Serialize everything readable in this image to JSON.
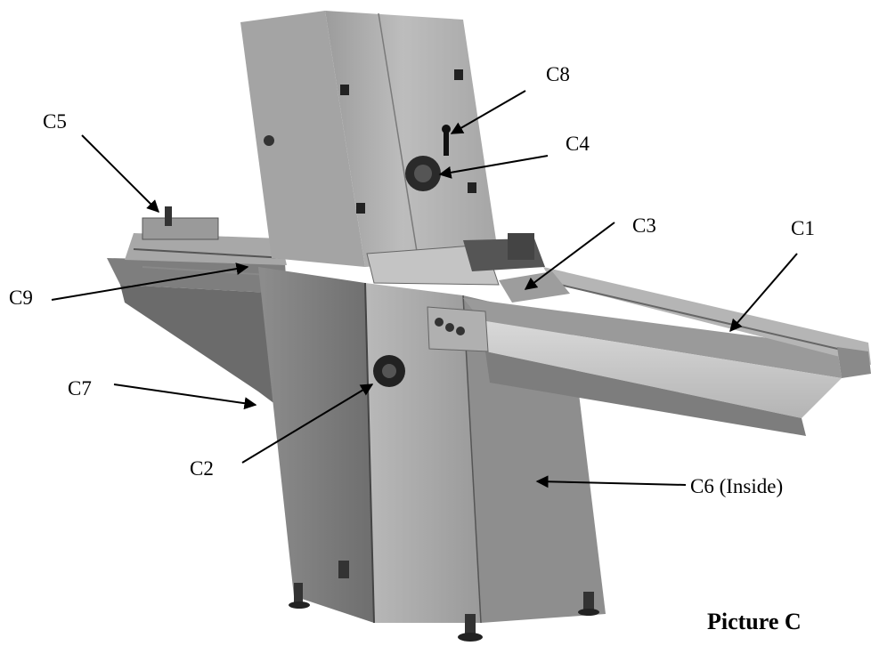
{
  "figure": {
    "caption": "Picture C",
    "callouts": {
      "c1": "C1",
      "c2": "C2",
      "c3": "C3",
      "c4": "C4",
      "c5": "C5",
      "c6": "C6 (Inside)",
      "c7": "C7",
      "c8": "C8",
      "c9": "C9"
    }
  }
}
